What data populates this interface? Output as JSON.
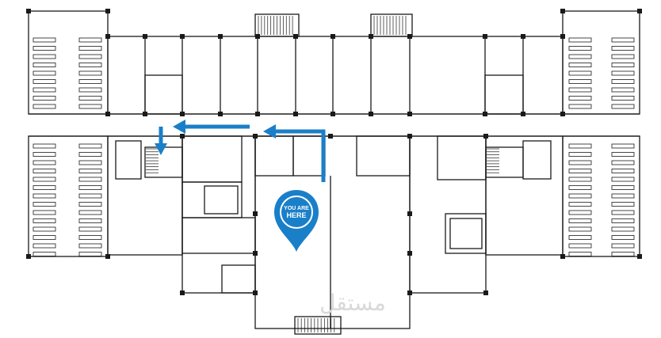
{
  "map": {
    "type": "floor-plan",
    "marker": {
      "line1": "YOU ARE",
      "line2": "HERE",
      "color": "#1a7fc9"
    },
    "route_color": "#1a7fc9",
    "wall_color": "#1a1a1a",
    "watermark": "مستقل"
  }
}
